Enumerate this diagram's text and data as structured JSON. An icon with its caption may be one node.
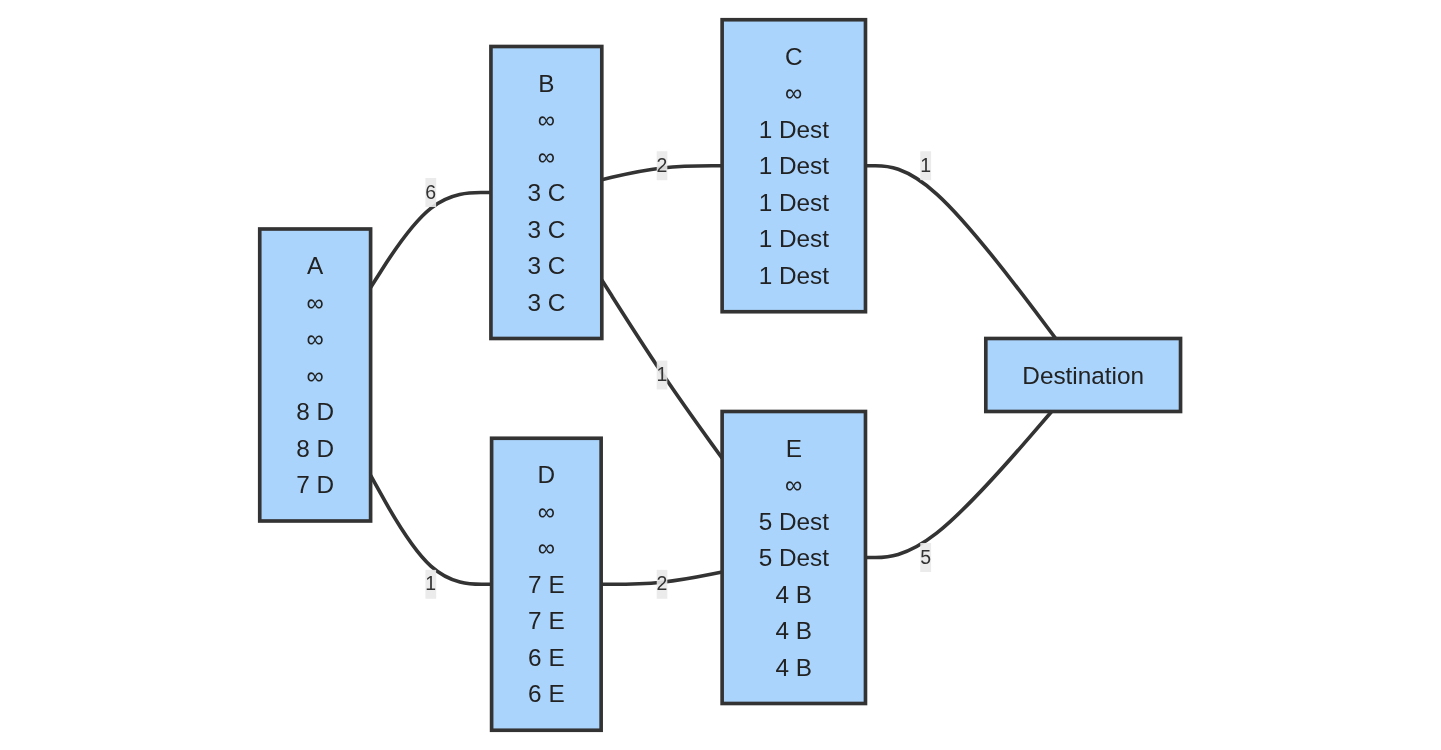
{
  "diagram": {
    "nodes": [
      {
        "text": [
          "A",
          "∞",
          "∞",
          "∞",
          "8 D",
          "8 D",
          "7 D"
        ]
      },
      {
        "text": [
          "B",
          "∞",
          "∞",
          "3 C",
          "3 C",
          "3 C",
          "3 C"
        ]
      },
      {
        "text": [
          "C",
          "∞",
          "1 Dest",
          "1 Dest",
          "1 Dest",
          "1 Dest",
          "1 Dest"
        ]
      },
      {
        "text": [
          "D",
          "∞",
          "∞",
          "7 E",
          "7 E",
          "6 E",
          "6 E"
        ]
      },
      {
        "text": [
          "E",
          "∞",
          "5 Dest",
          "5 Dest",
          "4 B",
          "4 B",
          "4 B"
        ]
      },
      {
        "text": [
          "Destination"
        ]
      }
    ],
    "edges": [
      {
        "from": 0,
        "to": 1,
        "arrow": "none",
        "label": "6"
      },
      {
        "from": 1,
        "to": 2,
        "arrow": "none",
        "label": "2"
      },
      {
        "from": 0,
        "to": 3,
        "arrow": "none",
        "label": "1"
      },
      {
        "from": 1,
        "to": 4,
        "arrow": "none",
        "label": "1"
      },
      {
        "from": 2,
        "to": 5,
        "arrow": "none",
        "label": "1"
      },
      {
        "from": 3,
        "to": 4,
        "arrow": "none",
        "label": "2"
      },
      {
        "from": 4,
        "to": 5,
        "arrow": "none",
        "label": "5"
      }
    ]
  }
}
